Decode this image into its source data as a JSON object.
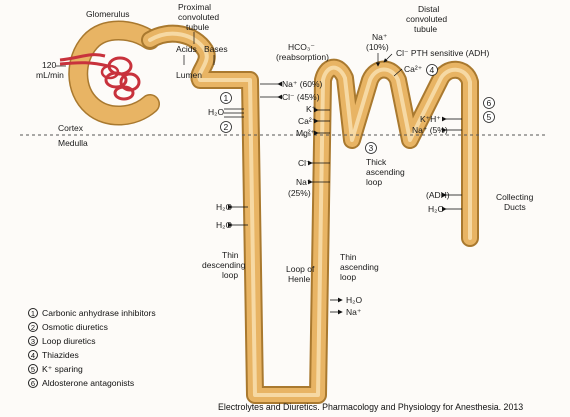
{
  "labels": {
    "glomerulus": "Glomerulus",
    "proximal": [
      "Proximal",
      "convoluted",
      "tubule"
    ],
    "distal": [
      "Distal",
      "convoluted",
      "tubule"
    ],
    "acids": "Acids",
    "bases": "Bases",
    "pressure": [
      "120",
      "mL/min"
    ],
    "lumen": "Lumen",
    "cortex": "Cortex",
    "medulla": "Medulla",
    "hco3": "HCO₃⁻",
    "reabsorption": "(reabsorption)",
    "na_top": "Na⁺",
    "na_top_pct": "(10%)",
    "cl_pth": "Cl⁻  PTH sensitive (ADH)",
    "ca_top": "Ca²⁺",
    "na60": "Na⁺ (60%)",
    "cl45": "Cl⁻ (45%)",
    "k_plus": "K⁺",
    "ca_mid": "Ca²⁺",
    "mg": "Mg²⁺",
    "h2o_prox": "H₂O",
    "cl_mid": "Cl⁻",
    "na_mid": "Na⁺",
    "na25": "(25%)",
    "h2o_1": "H₂O",
    "h2o_2": "H₂O",
    "thin_desc": [
      "Thin",
      "descending",
      "loop"
    ],
    "loop_henle": [
      "Loop of",
      "Henle"
    ],
    "thin_asc": [
      "Thin",
      "ascending",
      "loop"
    ],
    "thick_asc": [
      "Thick",
      "ascending",
      "loop"
    ],
    "h2o_thin": "H₂O",
    "na_thin": "Na⁺",
    "kh": "K⁺H⁺",
    "na5": "Na⁺ (5%)",
    "adh": "(ADH)",
    "h2o_cd": "H₂O",
    "collecting": [
      "Collecting",
      "Ducts"
    ]
  },
  "markers": [
    "1",
    "2",
    "3",
    "4",
    "5",
    "6"
  ],
  "legend": [
    {
      "num": "1",
      "text": "Carbonic anhydrase inhibitors"
    },
    {
      "num": "2",
      "text": "Osmotic diuretics"
    },
    {
      "num": "3",
      "text": "Loop diuretics"
    },
    {
      "num": "4",
      "text": "Thiazides"
    },
    {
      "num": "5",
      "text": "K⁺ sparing"
    },
    {
      "num": "6",
      "text": "Aldosterone antagonists"
    }
  ],
  "caption": "Electrolytes and Diuretics. Pharmacology and Physiology for Anesthesia. 2013",
  "colors": {
    "tubule": "#e8b464",
    "tubule_edge": "#a9792f",
    "tubule_light": "#f6d9a4",
    "vessel": "#c8323c"
  }
}
